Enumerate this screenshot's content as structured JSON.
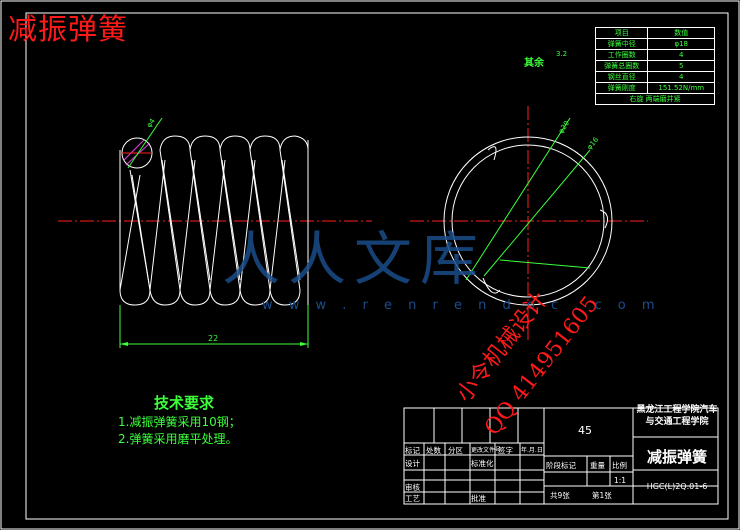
{
  "title": "减振弹簧",
  "dimensions": {
    "wire_diameter": "φ4",
    "length": "22",
    "outer_diameter": "φ20",
    "inner_diameter": "φ16"
  },
  "roughness": {
    "label": "其余",
    "value": "3.2"
  },
  "param_table": {
    "header": [
      "项目",
      "数值"
    ],
    "rows": [
      [
        "弹簧中径",
        "φ18"
      ],
      [
        "工作圈数",
        "4"
      ],
      [
        "弹簧总圈数",
        "5"
      ],
      [
        "钢丝直径",
        "4"
      ],
      [
        "弹簧刚度",
        "151.52N/mm"
      ]
    ],
    "rest": "右旋  两端磨并紧"
  },
  "tech_requirements": {
    "heading": "技术要求",
    "items": [
      "1.减振弹簧采用10钢；",
      "2.弹簧采用磨平处理。"
    ]
  },
  "title_block": {
    "material": "45",
    "school": "黑龙江工程学院汽车与交通工程学院",
    "part_name": "减振弹簧",
    "drawing_code": "HGC(L)2Q.01-6",
    "scale": "1:1",
    "scale_label": "比例",
    "weight_label": "重量",
    "stage_label": "阶段标记",
    "total_sheets": "共9张",
    "sheet": "第1张",
    "row_labels": [
      "标记",
      "处数",
      "分区",
      "更改文件号",
      "签字",
      "年.月.日"
    ],
    "design": "设计",
    "standard": "标准化",
    "check": "审核",
    "process": "工艺",
    "approve": "批准"
  },
  "watermarks": {
    "red_line1": "小令机械设计",
    "red_line2": "QQ 414951605",
    "blue_logo": "人人文库",
    "url": "w w w . r e n r e n d o c . c o m"
  }
}
